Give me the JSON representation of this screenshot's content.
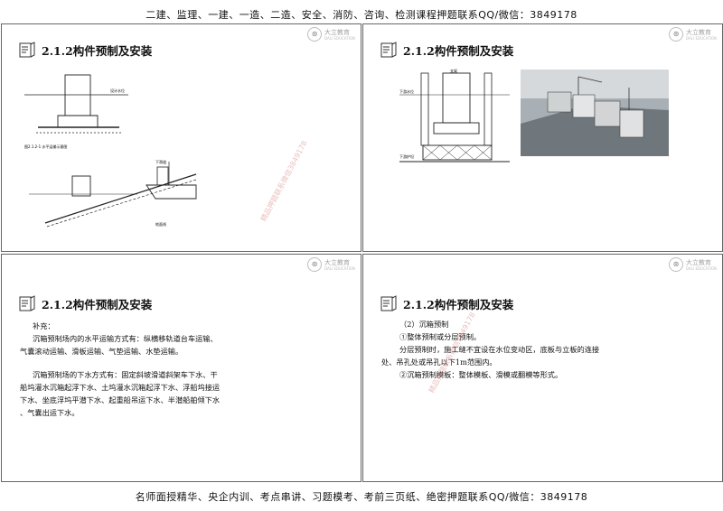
{
  "header": {
    "banner": "二建、监理、一建、一造、二造、安全、消防、咨询、检测课程押题联系QQ/微信：3849178"
  },
  "footer": {
    "banner": "名师面授精华、央企内训、考点串讲、习题模考、考前三页纸、绝密押题联系QQ/微信：3849178"
  },
  "logo": {
    "name": "大立教育",
    "sub": "DALI EDUCATION"
  },
  "watermark": {
    "text": "精品押题联系微信3849178"
  },
  "slides": [
    {
      "title": "2.1.2构件预制及安装",
      "figure_labels": {
        "caption": "图2.1.2-1 水平运输示意图",
        "water_level": "设计水位",
        "slipway": "下滑道",
        "ground": "地面线"
      }
    },
    {
      "title": "2.1.2构件预制及安装",
      "figure_labels": {
        "frame": "支架",
        "water_level": "下游水位",
        "base": "下游护坦"
      }
    },
    {
      "title": "2.1.2构件预制及安装",
      "lines": [
        "补充：",
        "沉箱预制场内的水平运输方式有：纵横移轨道台车运输、",
        "气囊滚动运输、滑板运输、气垫运输、水垫运输。",
        "沉箱预制场的下水方式有：固定斜坡滑道斜架车下水、干",
        "船坞灌水沉箱起浮下水、土坞灌水沉箱起浮下水、浮船坞接运",
        "下水、坐底浮坞平潜下水、起重船吊运下水、半潜船舶倾下水",
        "、气囊出运下水。"
      ]
    },
    {
      "title": "2.1.2构件预制及安装",
      "lines": [
        "（2）沉箱预制",
        "①整体预制或分层预制。",
        "分层预制时，施工缝不宜设在水位变动区，底板与立板的连接",
        "处、吊孔处或吊孔以下1m范围内。",
        "②沉箱预制模板：整体模板、滑模或翻模等形式。"
      ]
    }
  ]
}
